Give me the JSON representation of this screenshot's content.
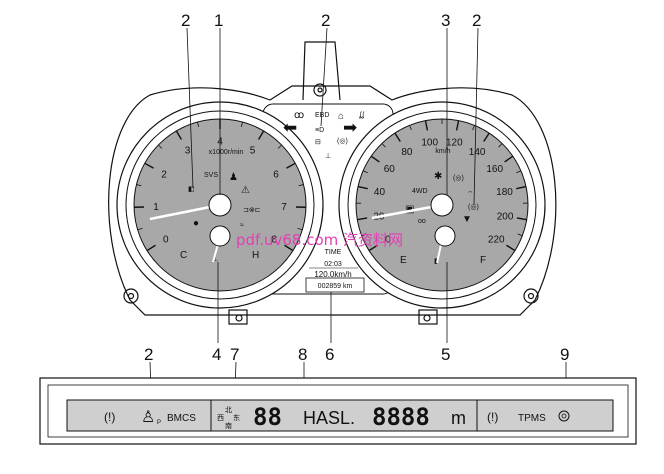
{
  "callouts": {
    "top": [
      "2",
      "1",
      "2",
      "3",
      "2"
    ],
    "bottom_cluster": [
      "4",
      "7",
      "8",
      "6",
      "5"
    ],
    "display_left": "2",
    "display_right": "9"
  },
  "tachometer": {
    "unit": "x1000r/min",
    "ticks": [
      "0",
      "1",
      "2",
      "3",
      "4",
      "5",
      "6",
      "7",
      "8"
    ],
    "svs": "SVS",
    "temp_cold": "C",
    "temp_hot": "H"
  },
  "speedometer": {
    "ticks": [
      "0",
      "20",
      "40",
      "60",
      "80",
      "100",
      "120",
      "140",
      "160",
      "180",
      "200",
      "220"
    ],
    "unit": "km/h",
    "fourwd": "4WD",
    "fuel_empty": "E",
    "fuel_full": "F"
  },
  "center": {
    "ebd": "EBD",
    "time_label": "TIME",
    "time_value": "02:03",
    "speed_value": "120.0km/h",
    "odometer": "002859 km"
  },
  "watermark": "pdf.uv68.com 汽资料网",
  "display": {
    "bmcs": "BMCS",
    "p_mark": "P",
    "compass_n": "北",
    "compass_w": "西",
    "compass_e": "东",
    "compass_s": "南",
    "big_digits": "88",
    "hasl": "HASL.",
    "alt_digits": "8888",
    "alt_unit": "m",
    "tpms": "TPMS",
    "warn_glyph": "(!)"
  },
  "colors": {
    "gauge_face": "#a8a8a8",
    "display_face": "#cfcfcf",
    "watermark": "#e23fb4"
  }
}
